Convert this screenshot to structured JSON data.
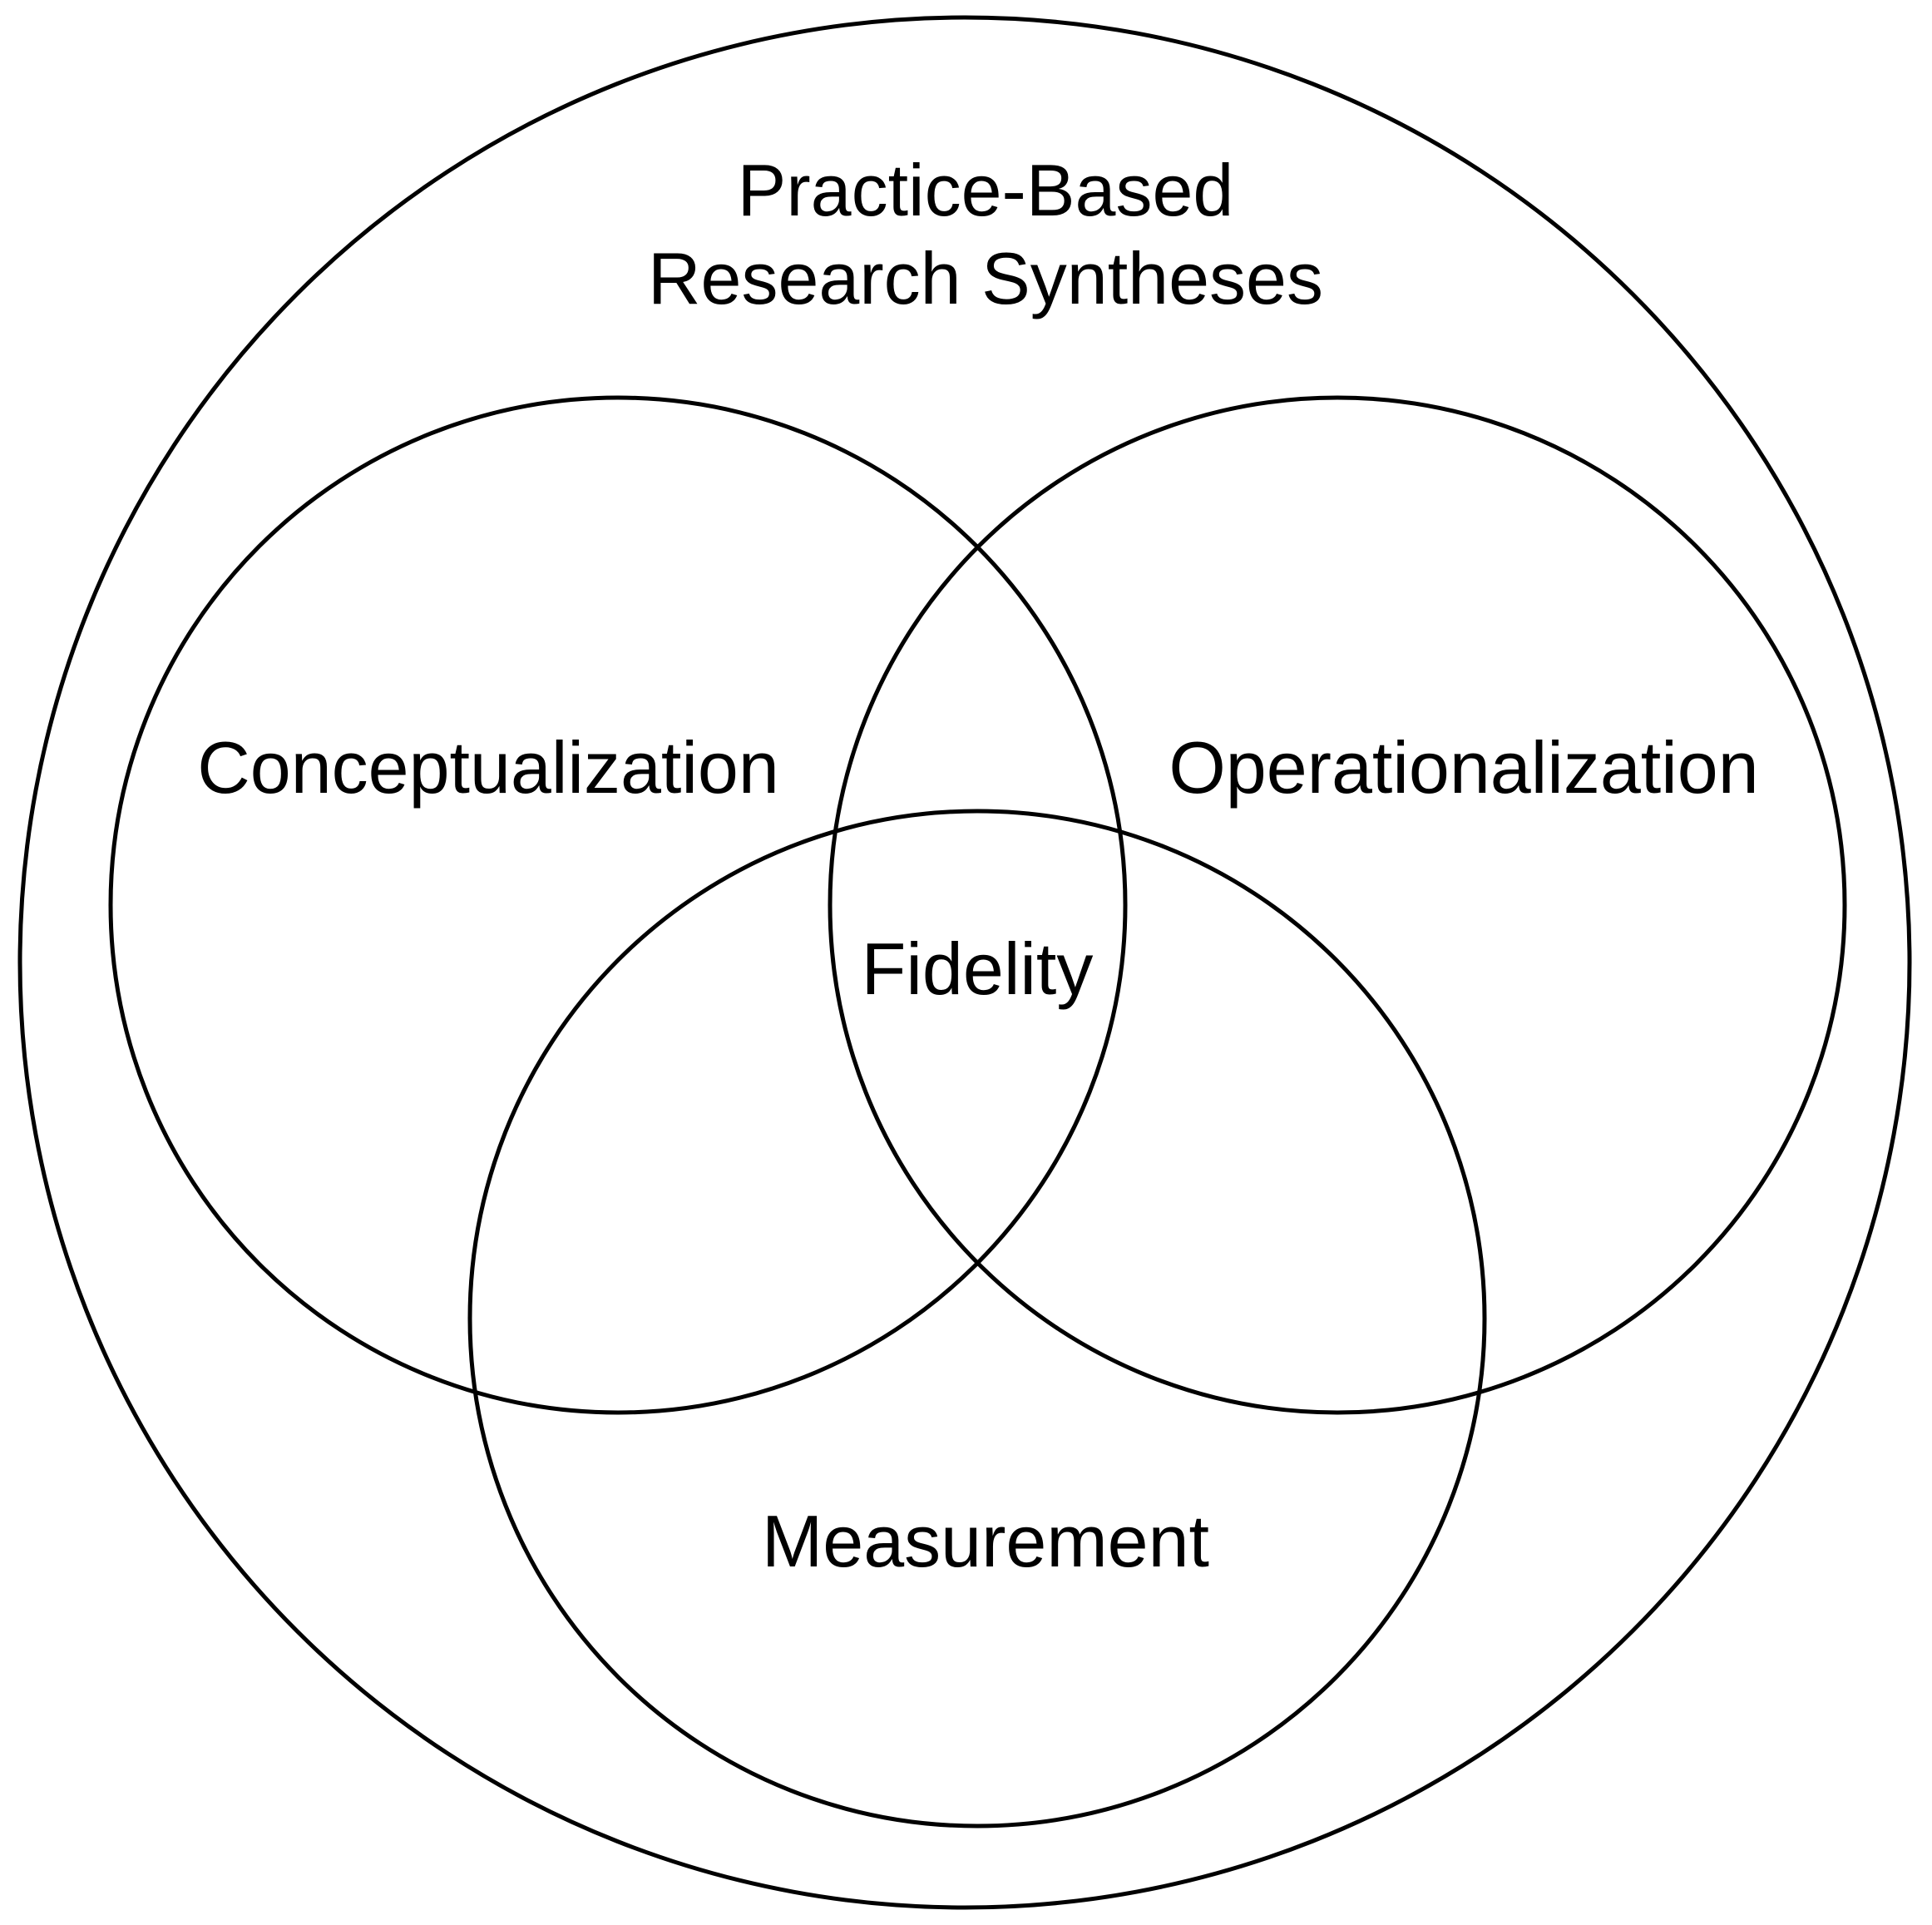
{
  "diagram": {
    "outer_title_line1": "Practice-Based",
    "outer_title_line2": "Research Syntheses",
    "sets": {
      "left": "Conceptualization",
      "right": "Operationalization",
      "bottom": "Measurement"
    },
    "intersection": "Fidelity"
  },
  "colors": {
    "stroke": "#000000",
    "background": "#ffffff",
    "text": "#000000"
  }
}
